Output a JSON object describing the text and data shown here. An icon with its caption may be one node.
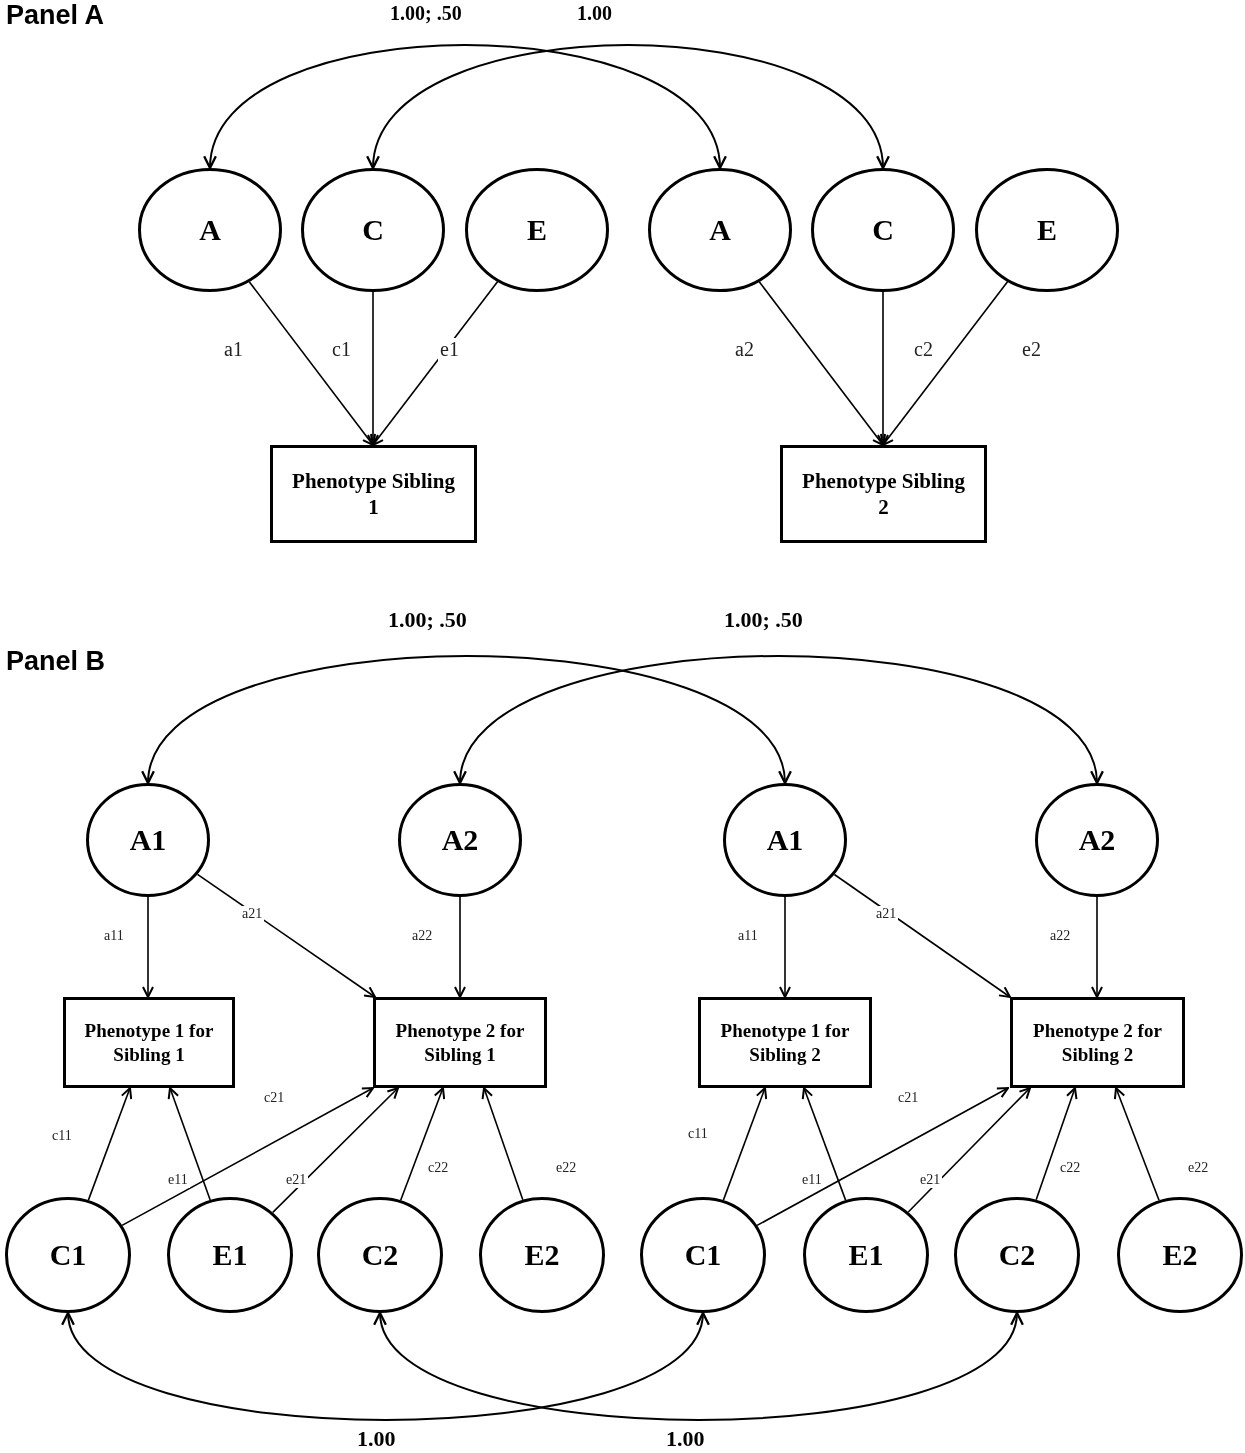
{
  "diagram": {
    "nodes": [
      {
        "text": [
          "A"
        ]
      },
      {
        "text": [
          "C"
        ]
      },
      {
        "text": [
          "E"
        ]
      },
      {
        "text": [
          "A"
        ]
      },
      {
        "text": [
          "C"
        ]
      },
      {
        "text": [
          "E"
        ]
      },
      {
        "text": [
          "Phenotype Sibling 1"
        ]
      },
      {
        "text": [
          "Phenotype Sibling 2"
        ]
      },
      {
        "text": [
          "A1"
        ]
      },
      {
        "text": [
          "A2"
        ]
      },
      {
        "text": [
          "A1"
        ]
      },
      {
        "text": [
          "A2"
        ]
      },
      {
        "text": [
          "Phenotype 1 for Sibling 1"
        ]
      },
      {
        "text": [
          "Phenotype 2 for Sibling 1"
        ]
      },
      {
        "text": [
          "Phenotype 1 for Sibling 2"
        ]
      },
      {
        "text": [
          "Phenotype 2 for Sibling 2"
        ]
      },
      {
        "text": [
          "C1"
        ]
      },
      {
        "text": [
          "E1"
        ]
      },
      {
        "text": [
          "C2"
        ]
      },
      {
        "text": [
          "E2"
        ]
      },
      {
        "text": [
          "C1"
        ]
      },
      {
        "text": [
          "E1"
        ]
      },
      {
        "text": [
          "C2"
        ]
      },
      {
        "text": [
          "E2"
        ]
      }
    ],
    "edges": [
      {
        "from": 0,
        "to": 3,
        "arrow": "both",
        "label": "1.00; .50"
      },
      {
        "from": 1,
        "to": 4,
        "arrow": "both",
        "label": "1.00"
      },
      {
        "from": 0,
        "to": 6,
        "arrow": "to",
        "label": "a1"
      },
      {
        "from": 1,
        "to": 6,
        "arrow": "to",
        "label": "c1"
      },
      {
        "from": 2,
        "to": 6,
        "arrow": "to",
        "label": "e1"
      },
      {
        "from": 3,
        "to": 7,
        "arrow": "to",
        "label": "a2"
      },
      {
        "from": 4,
        "to": 7,
        "arrow": "to",
        "label": "c2"
      },
      {
        "from": 5,
        "to": 7,
        "arrow": "to",
        "label": "e2"
      },
      {
        "from": 8,
        "to": 10,
        "arrow": "both",
        "label": "1.00; .50"
      },
      {
        "from": 9,
        "to": 11,
        "arrow": "both",
        "label": "1.00; .50"
      },
      {
        "from": 8,
        "to": 12,
        "arrow": "to",
        "label": "a11"
      },
      {
        "from": 8,
        "to": 13,
        "arrow": "to",
        "label": "a21"
      },
      {
        "from": 9,
        "to": 13,
        "arrow": "to",
        "label": "a22"
      },
      {
        "from": 10,
        "to": 14,
        "arrow": "to",
        "label": "a11"
      },
      {
        "from": 10,
        "to": 15,
        "arrow": "to",
        "label": "a21"
      },
      {
        "from": 11,
        "to": 15,
        "arrow": "to",
        "label": "a22"
      },
      {
        "from": 16,
        "to": 12,
        "arrow": "to",
        "label": "c11"
      },
      {
        "from": 16,
        "to": 13,
        "arrow": "to",
        "label": "c21"
      },
      {
        "from": 17,
        "to": 12,
        "arrow": "to",
        "label": "e11"
      },
      {
        "from": 17,
        "to": 13,
        "arrow": "to",
        "label": "e21"
      },
      {
        "from": 18,
        "to": 13,
        "arrow": "to",
        "label": "c22"
      },
      {
        "from": 19,
        "to": 13,
        "arrow": "to",
        "label": "e22"
      },
      {
        "from": 20,
        "to": 14,
        "arrow": "to",
        "label": "c11"
      },
      {
        "from": 20,
        "to": 15,
        "arrow": "to",
        "label": "c21"
      },
      {
        "from": 21,
        "to": 14,
        "arrow": "to",
        "label": "e11"
      },
      {
        "from": 21,
        "to": 15,
        "arrow": "to",
        "label": "e21"
      },
      {
        "from": 22,
        "to": 15,
        "arrow": "to",
        "label": "c22"
      },
      {
        "from": 23,
        "to": 15,
        "arrow": "to",
        "label": "e22"
      },
      {
        "from": 16,
        "to": 20,
        "arrow": "both",
        "label": "1.00"
      },
      {
        "from": 18,
        "to": 22,
        "arrow": "both",
        "label": "1.00"
      }
    ],
    "labels": [
      "Panel A",
      "Panel B"
    ]
  }
}
